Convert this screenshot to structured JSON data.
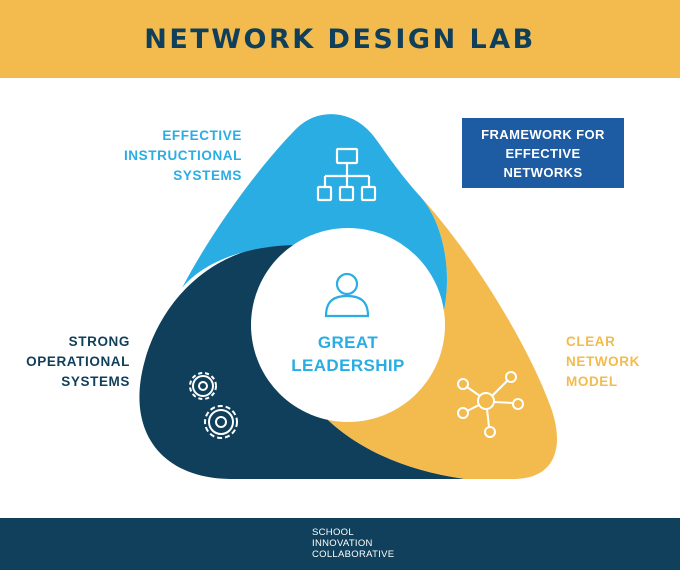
{
  "header": {
    "title": "NETWORK DESIGN LAB"
  },
  "framework_box": {
    "lines": [
      "FRAMEWORK FOR",
      "EFFECTIVE",
      "NETWORKS"
    ]
  },
  "segments": {
    "top": {
      "lines": [
        "EFFECTIVE",
        "INSTRUCTIONAL",
        "SYSTEMS"
      ],
      "icon": "org-chart-icon",
      "color": "#29ade3"
    },
    "left": {
      "lines": [
        "STRONG",
        "OPERATIONAL",
        "SYSTEMS"
      ],
      "icon": "gears-icon",
      "color": "#0f3f5a"
    },
    "right": {
      "lines": [
        "CLEAR",
        "NETWORK",
        "MODEL"
      ],
      "icon": "network-nodes-icon",
      "color": "#f3bb4d"
    }
  },
  "center": {
    "lines": [
      "GREAT",
      "LEADERSHIP"
    ],
    "icon": "person-icon"
  },
  "footer": {
    "logo_lines": [
      "SCHOOL",
      "INNOVATION",
      "COLLABORATIVE"
    ],
    "logo_icon": "gear-leaf-icon"
  },
  "colors": {
    "header_bg": "#f3bb4d",
    "title": "#0f3f5a",
    "blue": "#29ade3",
    "navy": "#0f3f5a",
    "gold": "#f3bb4d",
    "box": "#1d5ba3",
    "footer_bg": "#10405b"
  }
}
